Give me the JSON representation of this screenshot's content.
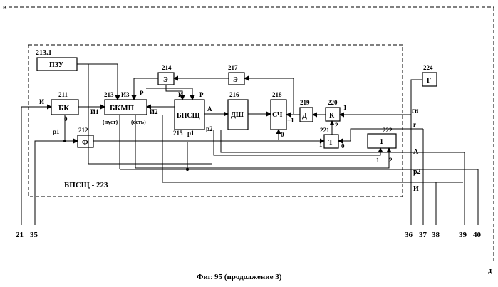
{
  "corner_labels": {
    "top_left": "в",
    "bottom_right": "д"
  },
  "group": {
    "name": "БПСЩ - 223",
    "number": "213.1"
  },
  "blocks": {
    "b213_1": {
      "number": "",
      "label": "ПЗУ"
    },
    "b211": {
      "number": "211",
      "label": "БК"
    },
    "b212": {
      "number": "212",
      "label": "Ф"
    },
    "b213": {
      "number": "213",
      "label": "БКМП"
    },
    "b214": {
      "number": "214",
      "label": "Э"
    },
    "b215": {
      "number": "215",
      "label": "БПСЩ"
    },
    "b216": {
      "number": "216",
      "label": "ДШ"
    },
    "b217": {
      "number": "217",
      "label": "Э"
    },
    "b218": {
      "number": "218",
      "label": "СЧ"
    },
    "b219": {
      "number": "219",
      "label": "Д"
    },
    "b220": {
      "number": "220",
      "label": "К"
    },
    "b221": {
      "number": "221",
      "label": "Т"
    },
    "b222": {
      "number": "222",
      "label": "1"
    },
    "b224": {
      "number": "224",
      "label": "Г"
    }
  },
  "pin_labels": {
    "bk_in": "И",
    "bk_zero": "0",
    "p1": "р1",
    "i1": "И1",
    "i3": "И3",
    "p_bkmp": "Р",
    "i2": "И2",
    "empty": "(пуст)",
    "present": "(есть)",
    "i_bpsch": "И",
    "p_bpsch": "Р",
    "a_bpsch": "А",
    "p1_bpsch": "р1",
    "p2_bpsch": "р2",
    "sch_zero": "0",
    "plus1": "+1",
    "k_one": "1",
    "k_two": "2",
    "t_one": "1",
    "t_zero": "0",
    "or_one": "1",
    "or_two": "2",
    "gn": "гн",
    "g": "г",
    "a": "А",
    "p2": "р2",
    "i": "И"
  },
  "bottom_terminals": [
    "21",
    "35",
    "36",
    "37",
    "38",
    "39",
    "40"
  ],
  "caption": "Фиг. 95 (продолжение 3)"
}
